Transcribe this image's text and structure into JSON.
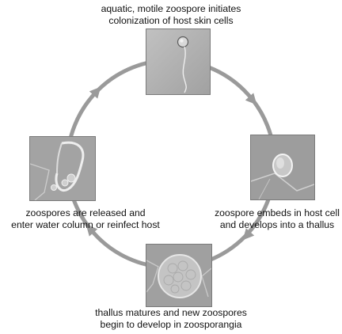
{
  "stages": [
    {
      "id": "zoospore",
      "caption": [
        "aquatic, motile zoospore initiates",
        "colonization of host skin cells"
      ]
    },
    {
      "id": "embed",
      "caption": [
        "zoospore embeds in host cell",
        "and develops into a thallus"
      ]
    },
    {
      "id": "mature",
      "caption": [
        "thallus matures and new zoospores",
        "begin to develop in zoosporangia"
      ]
    },
    {
      "id": "release",
      "caption": [
        "zoospores are released and",
        "enter water column or reinfect host"
      ]
    }
  ],
  "colors": {
    "cycle": "#9a9a9a",
    "panel_border": "#7a7a7a",
    "text": "#111111"
  },
  "arrow_direction": "clockwise"
}
